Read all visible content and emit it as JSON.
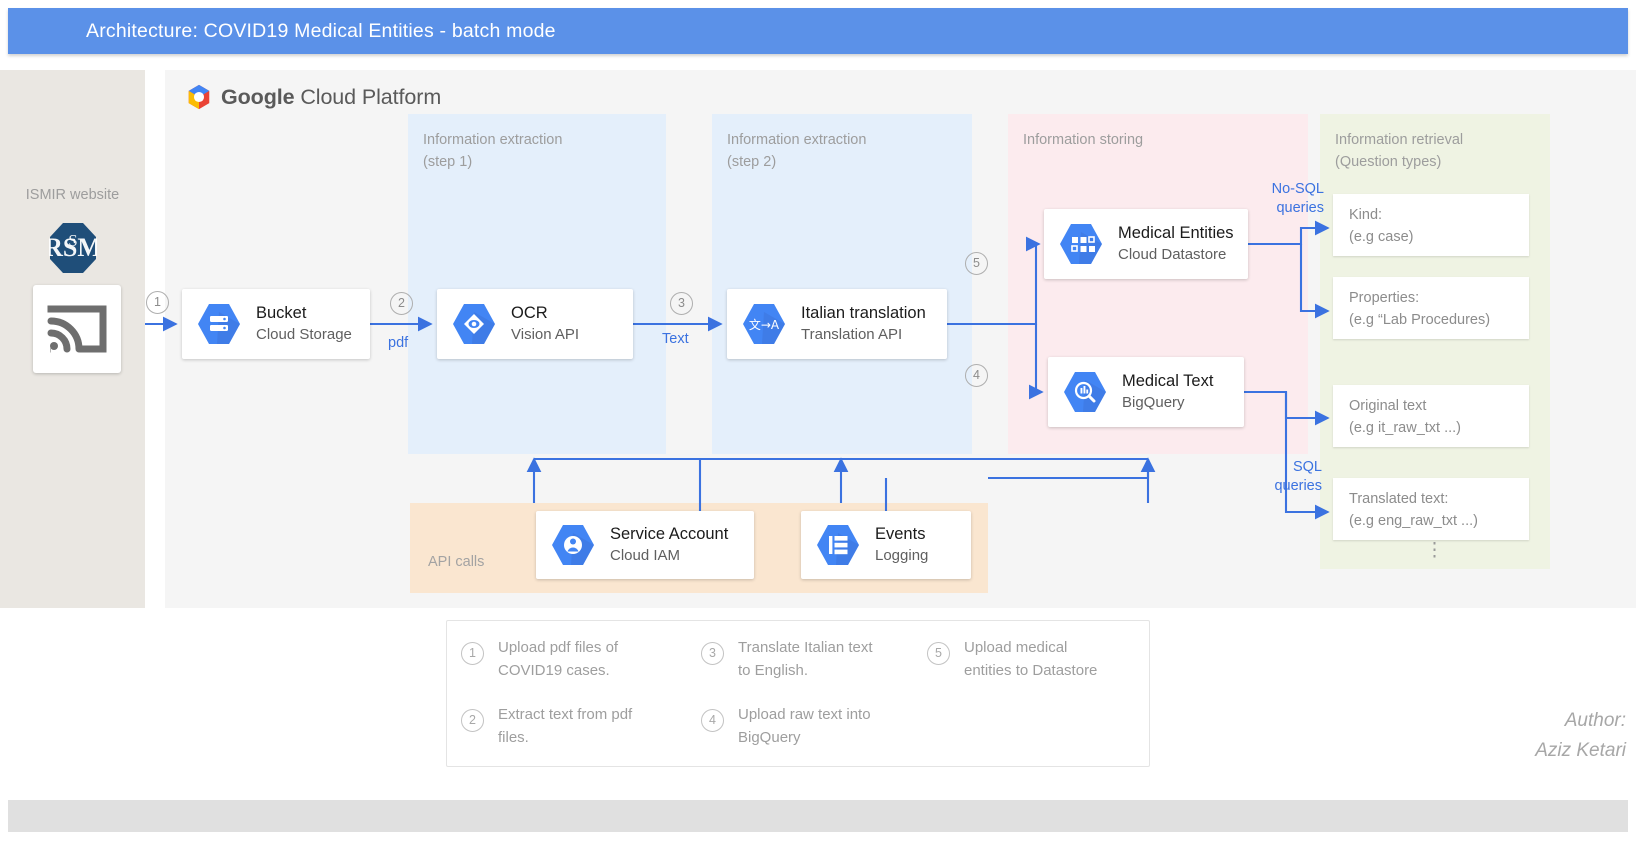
{
  "title": {
    "text": "Architecture: COVID19 Medical Entities - batch mode",
    "bar_color": "#5b91e8"
  },
  "source_panel": {
    "label": "ISMIR website",
    "logo_name": "ismir-octagon-logo",
    "device_icon": "screen-cast-icon"
  },
  "platform": {
    "brand_bold": "Google",
    "brand_light": " Cloud Platform",
    "logo_name": "google-cloud-hexagon-logo"
  },
  "zones": {
    "extraction1": {
      "title": "Information extraction\n(step 1)",
      "color": "#e4effb"
    },
    "extraction2": {
      "title": "Information extraction\n(step 2)",
      "color": "#e4effb"
    },
    "storing": {
      "title": "Information storing",
      "color": "#fcebee"
    },
    "retrieval": {
      "title": "Information retrieval\n(Question  types)",
      "color": "#eff3e3"
    },
    "api_calls": {
      "title": "API calls",
      "color": "#fae6d0"
    }
  },
  "services": {
    "bucket": {
      "name": "Bucket",
      "product": "Cloud Storage",
      "icon": "cloud-storage-icon"
    },
    "ocr": {
      "name": "OCR",
      "product": "Vision API",
      "icon": "vision-api-icon"
    },
    "translate": {
      "name": "Italian translation",
      "product": "Translation API",
      "icon": "translation-api-icon",
      "glyph": "文→A"
    },
    "entities": {
      "name": "Medical Entities",
      "product": "Cloud Datastore",
      "icon": "cloud-datastore-icon"
    },
    "bigquery": {
      "name": "Medical Text",
      "product": "BigQuery",
      "icon": "bigquery-icon"
    },
    "iam": {
      "name": "Service Account",
      "product": "Cloud IAM",
      "icon": "cloud-iam-icon"
    },
    "events": {
      "name": "Events",
      "product": "Logging",
      "icon": "logging-icon"
    }
  },
  "retrieval_cards": [
    {
      "label": "Kind:",
      "example": "(e.g case)"
    },
    {
      "label": "Properties:",
      "example": "(e.g “Lab Procedures)"
    },
    {
      "label": "Original text",
      "example": "(e.g it_raw_txt ...)"
    },
    {
      "label": "Translated text:",
      "example": "(e.g eng_raw_txt ...)"
    }
  ],
  "retrieval_more": "⋮",
  "edge_labels": {
    "pdf": "pdf",
    "text": "Text",
    "nosql": "No-SQL\nqueries",
    "sql": "SQL\nqueries",
    "color": "#3b72e0"
  },
  "steps": {
    "one": "1",
    "two": "2",
    "three": "3",
    "four": "4",
    "five": "5"
  },
  "legend": [
    {
      "num": "1",
      "text": "Upload pdf files of\nCOVID19 cases."
    },
    {
      "num": "2",
      "text": "Extract text from pdf\nfiles."
    },
    {
      "num": "3",
      "text": "Translate Italian text\nto English."
    },
    {
      "num": "4",
      "text": "Upload raw text into\nBigQuery"
    },
    {
      "num": "5",
      "text": "Upload medical\nentities to Datastore"
    }
  ],
  "author": "Author:\nAziz Ketari"
}
